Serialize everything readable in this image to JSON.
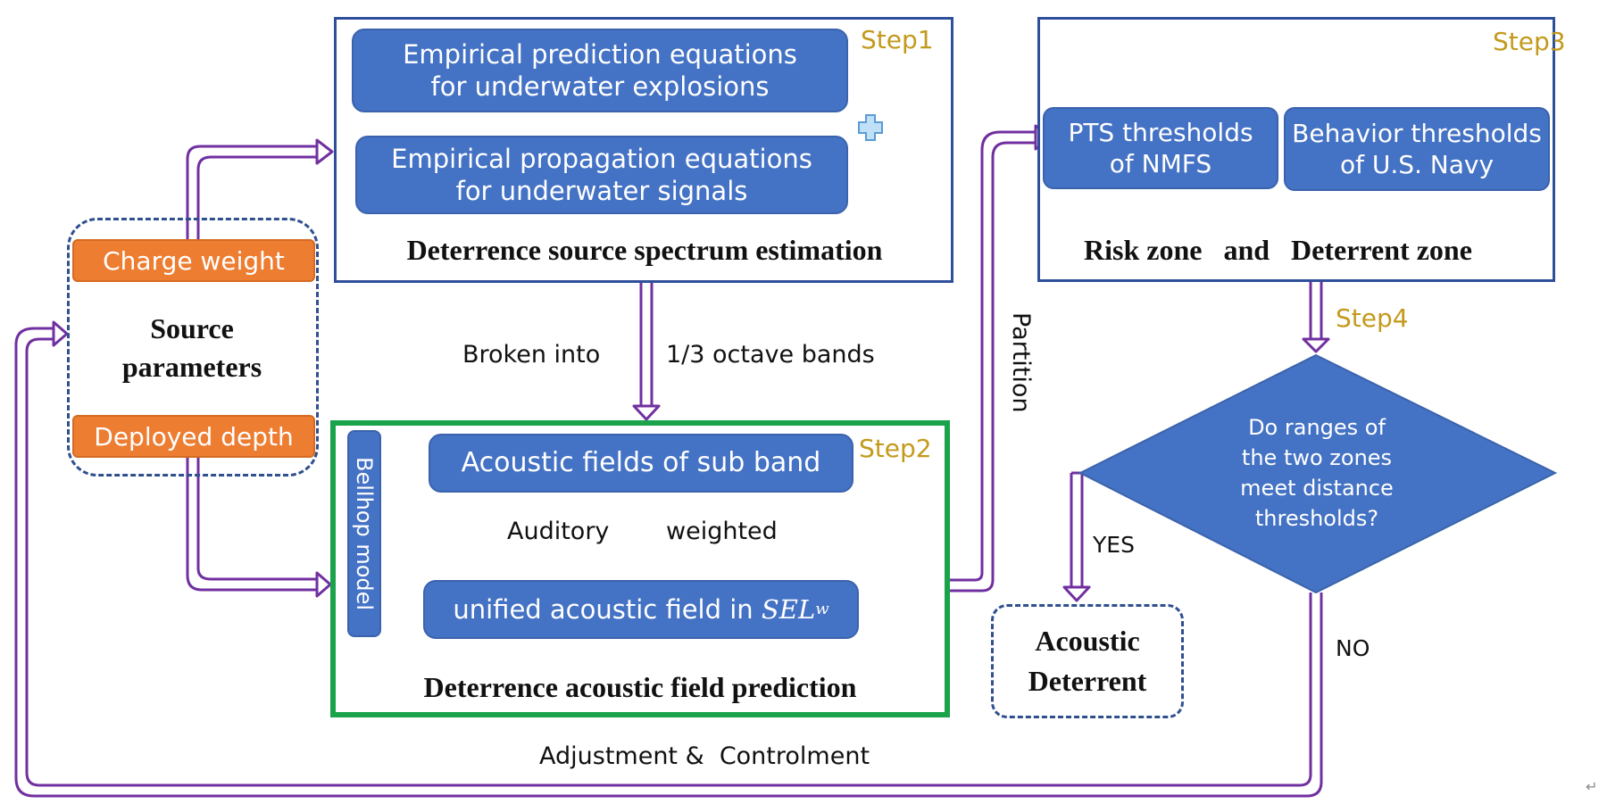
{
  "colors": {
    "process_box": "#4472c4",
    "parameter_box": "#ed7d31",
    "flow_arrow": "#7030a0",
    "inner_arrow": "#ed7d31",
    "step_label": "#c39a1c",
    "step1_frame": "#2f4f9a",
    "step2_frame": "#1aa34a",
    "step3_frame": "#2f4f9a",
    "dashed_frame": "#2f4f8f"
  },
  "source_parameters": {
    "title_line1": "Source",
    "title_line2": "parameters",
    "items": [
      "Charge weight",
      "Deployed depth"
    ]
  },
  "step1": {
    "label": "Step1",
    "boxes": [
      {
        "line1": "Empirical prediction equations",
        "line2": "for underwater explosions"
      },
      {
        "line1": "Empirical propagation equations",
        "line2": "for underwater signals"
      }
    ],
    "plus_icon": "plus-icon",
    "caption": "Deterrence source spectrum estimation"
  },
  "arrow_step1_to_step2": {
    "left_label": "Broken into",
    "right_label": "1/3 octave bands"
  },
  "step2": {
    "label": "Step2",
    "model_label": "Bellhop model",
    "box_top": "Acoustic fields of sub band",
    "arrow_left_label": "Auditory",
    "arrow_right_label": "weighted",
    "box_bottom_prefix": "unified acoustic field in ",
    "box_bottom_symbol": "SEL",
    "box_bottom_subscript": "w",
    "caption": "Deterrence acoustic field prediction"
  },
  "partition_label": "Partition",
  "step3": {
    "label": "Step3",
    "boxes": [
      {
        "line1": "PTS thresholds",
        "line2": "of NMFS"
      },
      {
        "line1": "Behavior thresholds",
        "line2": "of U.S. Navy"
      }
    ],
    "caption_part1": "Risk zone",
    "caption_part2": "and",
    "caption_part3": "Deterrent zone"
  },
  "step4": {
    "label": "Step4",
    "decision_lines": [
      "Do ranges of",
      "the two zones",
      "meet distance",
      "thresholds?"
    ],
    "yes_label": "YES",
    "no_label": "NO"
  },
  "outcome": {
    "line1": "Acoustic",
    "line2": "Deterrent"
  },
  "feedback_label": "Adjustment &  Controlment",
  "paragraph_mark": "↵"
}
